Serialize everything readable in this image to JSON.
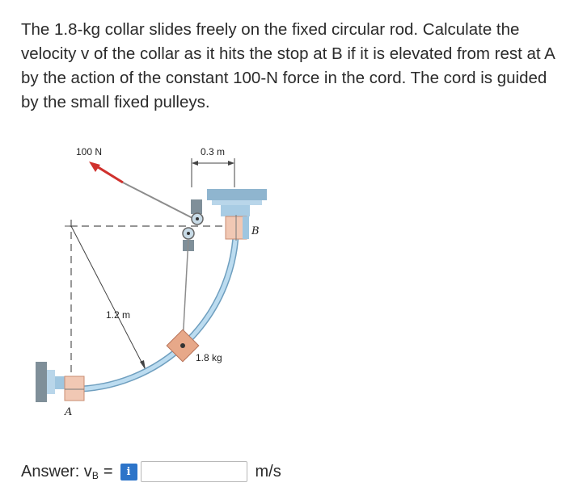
{
  "question": {
    "text": "The 1.8-kg collar slides freely on the fixed circular rod. Calculate the velocity v of the collar as it hits the stop at B if it is elevated from rest at A by the action of the constant 100-N force in the cord. The cord is guided by the small fixed pulleys."
  },
  "figure": {
    "force_label": "100 N",
    "horizontal_dim_label": "0.3 m",
    "radius_label": "1.2 m",
    "mass_label": "1.8 kg",
    "point_a_label": "A",
    "point_b_label": "B",
    "colors": {
      "rod": "#a9cfe8",
      "rod_edge": "#6f9fbf",
      "collar": "#e7a889",
      "force_arrow": "#d0312d",
      "support": "#9fc6e0",
      "dashed_line": "#555555"
    }
  },
  "answer": {
    "label_main": "Answer: v",
    "label_sub": "B",
    "equals": "=",
    "info_icon_text": "i",
    "input_value": "",
    "unit": "m/s"
  }
}
